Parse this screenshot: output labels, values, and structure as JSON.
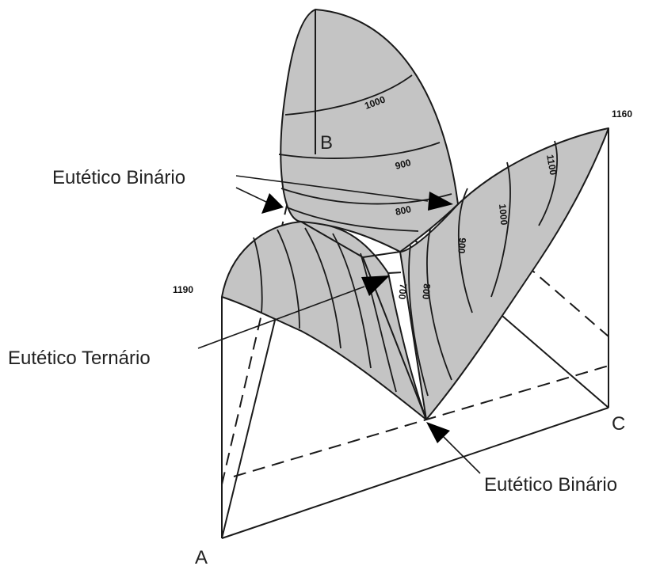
{
  "vertex_labels": {
    "a": "A",
    "b": "B",
    "c": "C"
  },
  "melting_points": {
    "a": "1190",
    "c": "1160"
  },
  "isotherms": {
    "b_1000": "1000",
    "b_900": "900",
    "b_800": "800",
    "c_1100": "1100",
    "c_1000": "1000",
    "c_900": "900",
    "c_800": "800",
    "a_700": "700"
  },
  "callouts": {
    "binary_eutectic_top": "Eutético Binário",
    "ternary_eutectic": "Eutético Ternário",
    "binary_eutectic_bottom": "Eutético Binário"
  },
  "colors": {
    "surface": "#c4c4c4",
    "lines": "#1a1a1a",
    "background": "#ffffff"
  }
}
